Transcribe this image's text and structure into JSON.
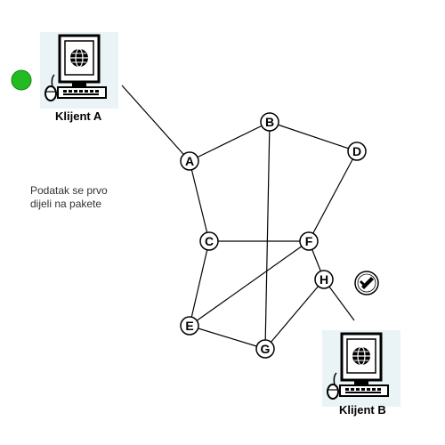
{
  "clients": {
    "a": {
      "label": "Klijent A"
    },
    "b": {
      "label": "Klijent B"
    }
  },
  "note": {
    "line1": "Podatak se prvo",
    "line2": "dijeli na pakete"
  },
  "nodes": [
    "A",
    "B",
    "C",
    "D",
    "E",
    "F",
    "G",
    "H"
  ],
  "links": [
    [
      "A",
      "B"
    ],
    [
      "B",
      "D"
    ],
    [
      "D",
      "F"
    ],
    [
      "A",
      "C"
    ],
    [
      "C",
      "F"
    ],
    [
      "C",
      "E"
    ],
    [
      "E",
      "F"
    ],
    [
      "E",
      "G"
    ],
    [
      "G",
      "H"
    ],
    [
      "F",
      "H"
    ],
    [
      "B",
      "G"
    ]
  ],
  "client_links": [
    {
      "client": "Klijent A",
      "node": "A"
    },
    {
      "client": "Klijent B",
      "node": "H"
    }
  ],
  "colors": {
    "status_dot": "#22bb22",
    "line": "#000000",
    "node_fill": "#ffffff",
    "monitor_bg": "#d6e8ee"
  },
  "icons": {
    "client_a": "computer-icon",
    "client_b": "computer-icon",
    "status": "green-status-dot",
    "packet": "packet-icon"
  }
}
